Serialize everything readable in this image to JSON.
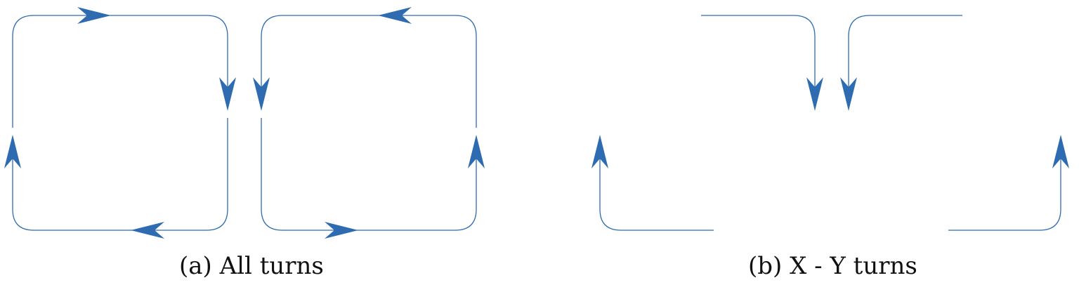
{
  "captions": {
    "a": "(a) All turns",
    "b": "(b) X - Y turns"
  },
  "colors": {
    "path": "#2e6bb0",
    "arrow": "#2e6bb0",
    "text": "#111111"
  },
  "diagrams": [
    {
      "id": "a",
      "turn_set": "all",
      "loops": [
        "clockwise",
        "counterclockwise"
      ]
    },
    {
      "id": "b",
      "turn_set": "x-y",
      "paths": [
        "right-then-down",
        "left-then-down",
        "up-from-bottom-left",
        "up-from-bottom-right"
      ]
    }
  ]
}
